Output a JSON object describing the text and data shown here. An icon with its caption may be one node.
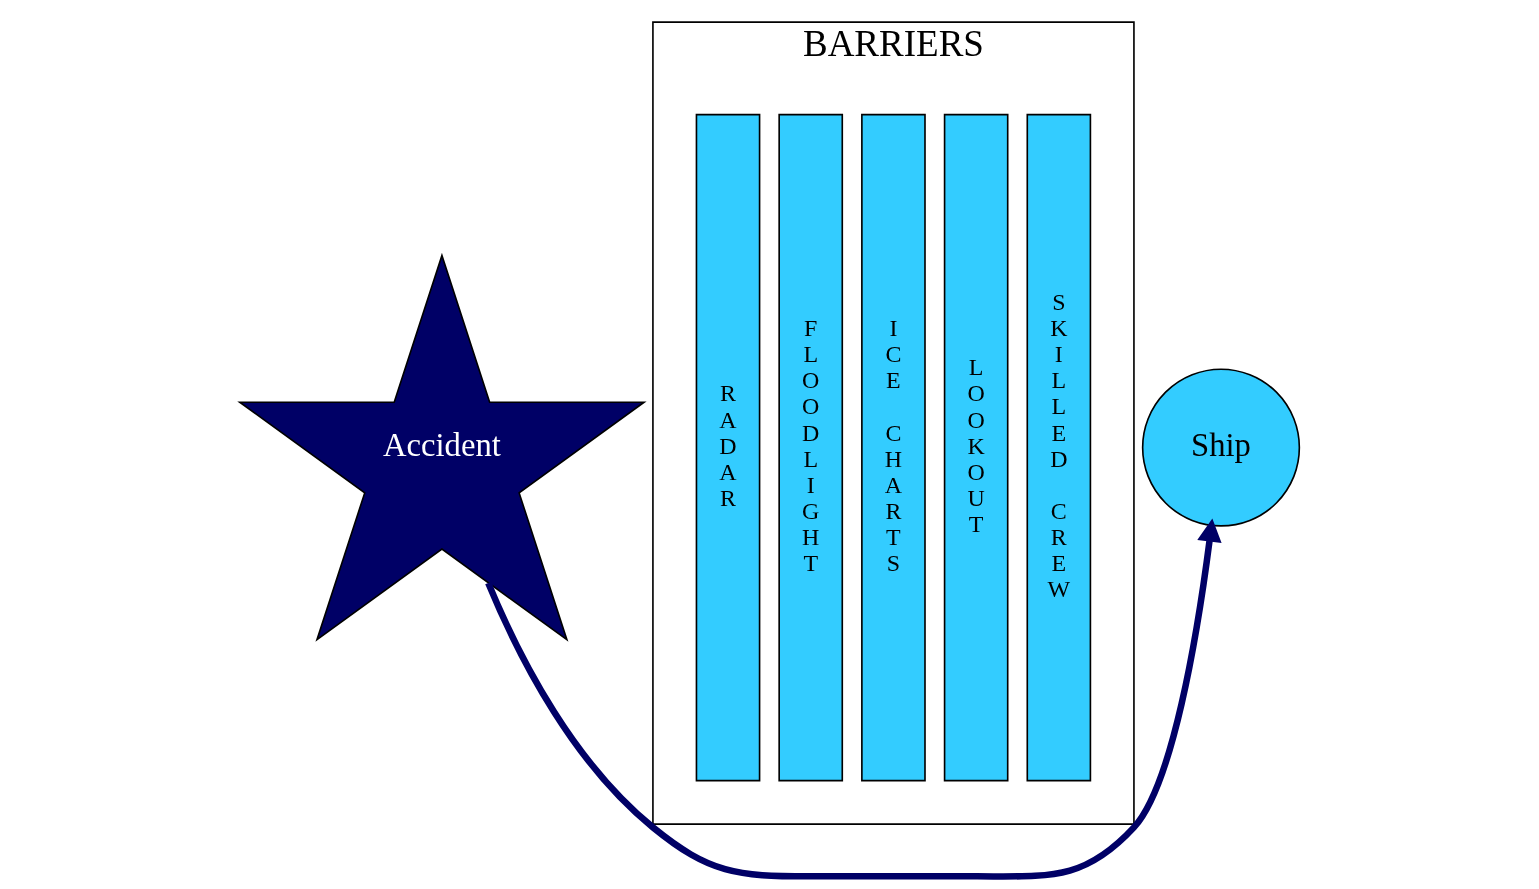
{
  "diagram": {
    "nodes": [
      {
        "text": [
          "BARRIERS"
        ]
      },
      {
        "text": [
          "RADAR"
        ],
        "in": 0
      },
      {
        "text": [
          "FLOODLIGHT"
        ],
        "in": 0
      },
      {
        "text": [
          "ICE CHARTS"
        ],
        "in": 0
      },
      {
        "text": [
          "LOOKOUT"
        ],
        "in": 0
      },
      {
        "text": [
          "SKILLED CREW"
        ],
        "in": 0
      },
      {
        "text": [
          "Accident"
        ]
      },
      {
        "text": [
          "Ship"
        ]
      }
    ],
    "edges": [
      {
        "from": 6,
        "to": 7,
        "arrow": "to"
      }
    ]
  }
}
